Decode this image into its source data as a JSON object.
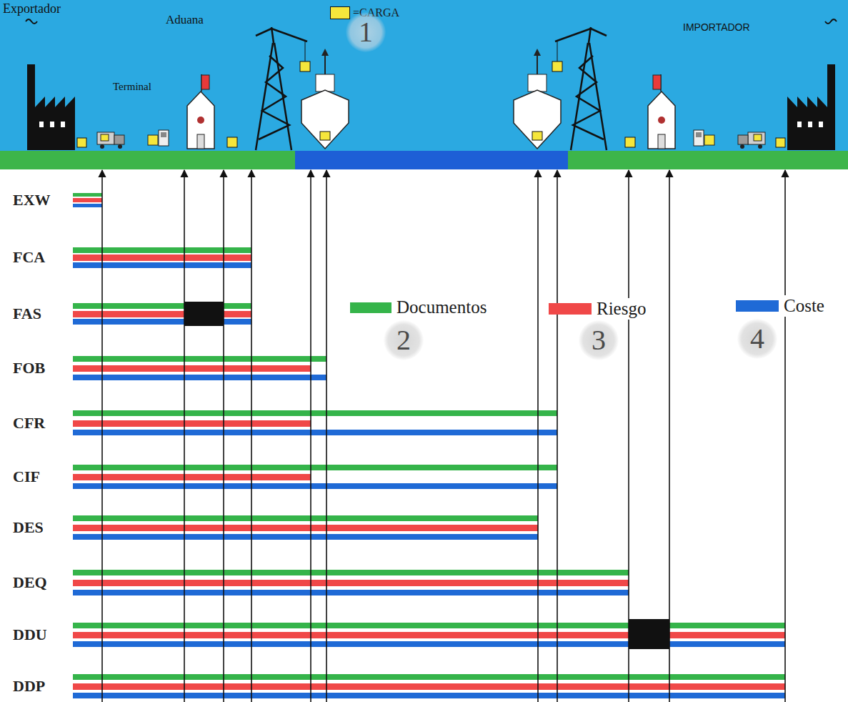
{
  "diagram": {
    "nodes": [
      {
        "text": [
          "1"
        ]
      },
      {
        "text": [
          "2"
        ]
      },
      {
        "text": [
          "3"
        ]
      },
      {
        "text": [
          "4"
        ]
      }
    ],
    "labels": [
      "Exportador",
      "Aduana",
      "IMPORTADOR",
      "Terminal",
      "EXW",
      "FCA",
      "FAS",
      "FOB",
      "CFR",
      "CIF",
      "DES",
      "DEQ",
      "DDU",
      "DDP"
    ],
    "legend": [
      {
        "text": "=CARGA",
        "color": "#f5e63c"
      },
      {
        "text": "Documentos",
        "color": "#35b44a"
      },
      {
        "text": "Riesgo",
        "color": "#f04848"
      },
      {
        "text": "Coste",
        "color": "#1f6ad6"
      }
    ]
  }
}
